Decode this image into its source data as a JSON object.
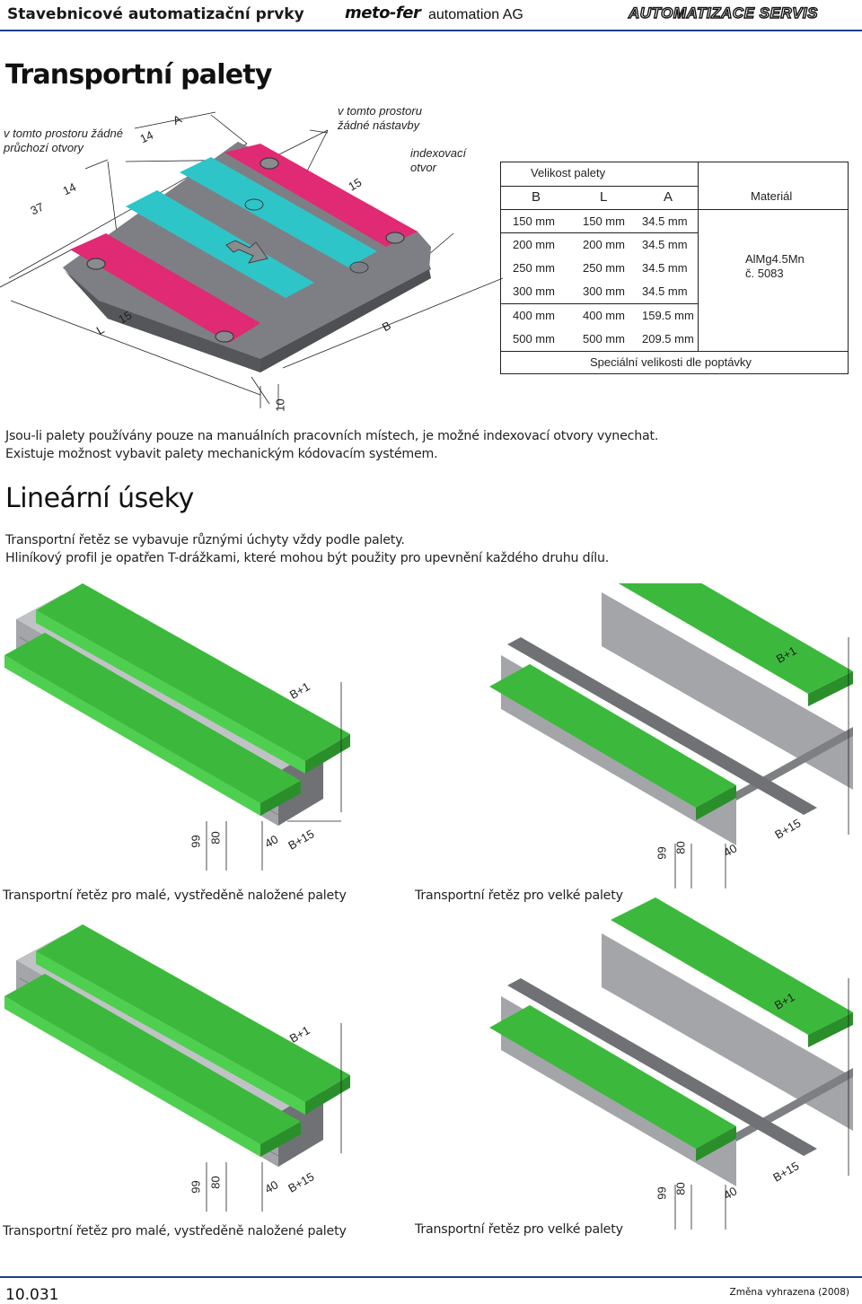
{
  "header": {
    "left": "Stavebnicové automatizační prvky",
    "logo": "meto-fer",
    "logo_sub": "automation AG",
    "right": "AUTOMATIZACE SERVIS"
  },
  "section1": {
    "title": "Transportní palety",
    "annotations": {
      "no_through_holes": [
        "v tomto prostoru žádné",
        "průchozí otvory"
      ],
      "no_superstructure": [
        "v tomto prostoru",
        "žádné nástavby"
      ],
      "index_hole": [
        "indexovací",
        "otvor"
      ]
    },
    "dims": {
      "a": "A",
      "d14a": "14",
      "d14b": "14",
      "d37": "37",
      "d15a": "15",
      "d15b": "15",
      "l": "L",
      "b": "B",
      "d10": "10"
    },
    "table": {
      "group_header": "Velikost palety",
      "col_b": "B",
      "col_l": "L",
      "col_a": "A",
      "col_material": "Materiál",
      "rows": [
        [
          "150 mm",
          "150 mm",
          "34.5 mm"
        ],
        [
          "200 mm",
          "200 mm",
          "34.5 mm"
        ],
        [
          "250 mm",
          "250 mm",
          "34.5 mm"
        ],
        [
          "300 mm",
          "300 mm",
          "34.5 mm"
        ],
        [
          "400 mm",
          "400 mm",
          "159.5 mm"
        ],
        [
          "500 mm",
          "500 mm",
          "209.5 mm"
        ]
      ],
      "material_line1": "AlMg4.5Mn",
      "material_line2": "č. 5083",
      "footer": "Speciální velikosti dle poptávky"
    },
    "paragraph": [
      "Jsou-li palety používány pouze na manuálních pracovních místech, je možné indexovací otvory vynechat.",
      "Existuje možnost vybavit palety mechanickým kódovacím systémem."
    ]
  },
  "section2": {
    "title": "Lineární úseky",
    "paragraph": [
      "Transportní řetěz se vybavuje různými úchyty vždy podle palety.",
      "Hliníkový profil je opatřen T-drážkami, které mohou být použity pro upevnění každého druhu dílu."
    ],
    "dims": {
      "b1": "B+1",
      "b15": "B+15",
      "d99": "99",
      "d80": "80",
      "d40": "40"
    },
    "captions": {
      "small_1": "Transportní řetěz pro malé, vystředěně naložené palety",
      "large_1": "Transportní řetěz pro velké palety",
      "small_2": "Transportní řetěz pro malé, vystředěně naložené palety",
      "large_2": "Transportní řetěz pro velké palety"
    }
  },
  "footer": {
    "page": "10.031",
    "note": "Změna vyhrazena (2008)"
  },
  "colors": {
    "pallet_grey": "#75767b",
    "pallet_magenta": "#e02a74",
    "pallet_cyan": "#2ec5c8",
    "guide_green": "#3cb93c",
    "profile_grey": "#8c8e92"
  }
}
